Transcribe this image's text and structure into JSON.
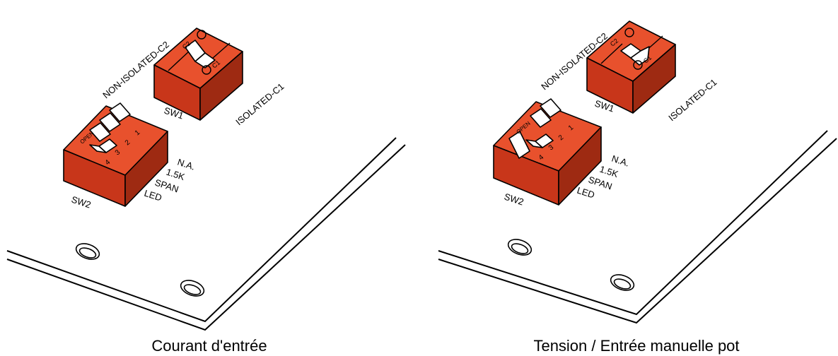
{
  "colors": {
    "switch_top": "#E8512D",
    "switch_front": "#C8361A",
    "switch_side": "#9E2A12",
    "board_line": "#000000",
    "background": "#FFFFFF"
  },
  "panels": [
    {
      "caption": "Courant d'entrée",
      "sw1": {
        "name": "SW1",
        "label_top": "NON-ISOLATED-C2",
        "label_bottom": "ISOLATED-C1",
        "pos_c2": "C2",
        "pos_c1": "C1"
      },
      "sw2": {
        "name": "SW2",
        "open_label": "OPEN",
        "numbers": [
          "1",
          "2",
          "3",
          "4"
        ],
        "functions": [
          "N.A.",
          "1.5K",
          "SPAN",
          "LED"
        ]
      }
    },
    {
      "caption": "Tension / Entrée manuelle pot",
      "sw1": {
        "name": "SW1",
        "label_top": "NON-ISOLATED-C2",
        "label_bottom": "ISOLATED-C1",
        "pos_c2": "C2",
        "pos_c1": "C1"
      },
      "sw2": {
        "name": "SW2",
        "open_label": "OPEN",
        "numbers": [
          "1",
          "2",
          "3",
          "4"
        ],
        "functions": [
          "N.A.",
          "1.5K",
          "SPAN",
          "LED"
        ]
      }
    }
  ]
}
